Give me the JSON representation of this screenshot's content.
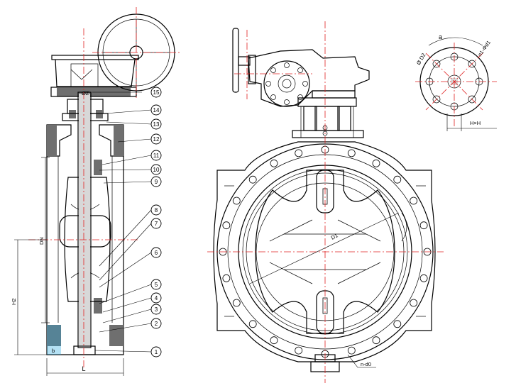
{
  "callouts": [
    "1",
    "2",
    "3",
    "4",
    "5",
    "6",
    "7",
    "8",
    "9",
    "10",
    "11",
    "12",
    "13",
    "14",
    "15"
  ],
  "dims": {
    "z": "ØZ",
    "dn": "DN",
    "h2": "H2",
    "l": "L",
    "b": "b",
    "d1": "D1",
    "nd0": "n-d0",
    "a": "a",
    "d2": "Ø D2",
    "n1d1": "n1-Φd1",
    "hxh": "H×H"
  },
  "colors": {
    "line": "#000000",
    "centerline": "#e02020",
    "section": "#6f6f6f",
    "accent": "#29a9e0"
  }
}
